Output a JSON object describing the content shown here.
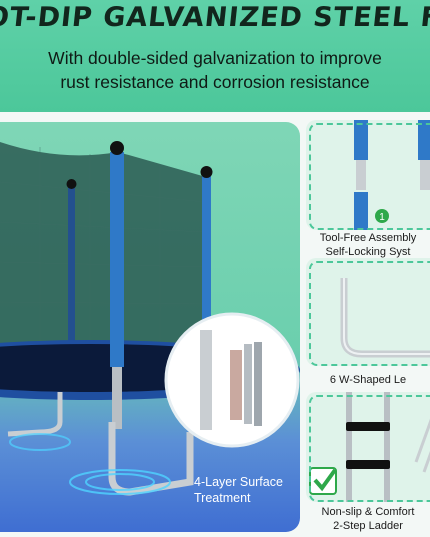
{
  "banner": {
    "headline": "ot-dip galvanized steel fram",
    "subtitle_lines": [
      "With double-sided galvanization to improve",
      "rust resistance and corrosion resistance"
    ]
  },
  "main": {
    "caption_lines": [
      "4-Layer Surface",
      "Treatment"
    ]
  },
  "features": [
    {
      "lines": [
        "Tool-Free Assembly",
        "Self-Locking Syst"
      ],
      "badge": "1"
    },
    {
      "lines": [
        "6 W-Shaped Le"
      ]
    },
    {
      "lines": [
        "Non-slip & Comfort",
        "2-Step Ladder"
      ]
    }
  ],
  "colors": {
    "brand_green": "#4cc79a",
    "pole_blue": "#2f79c8",
    "trampoline_mat": "#0b1a3a",
    "check_green": "#2ea84a"
  },
  "icons": [
    "check-icon",
    "step-number-badge"
  ]
}
